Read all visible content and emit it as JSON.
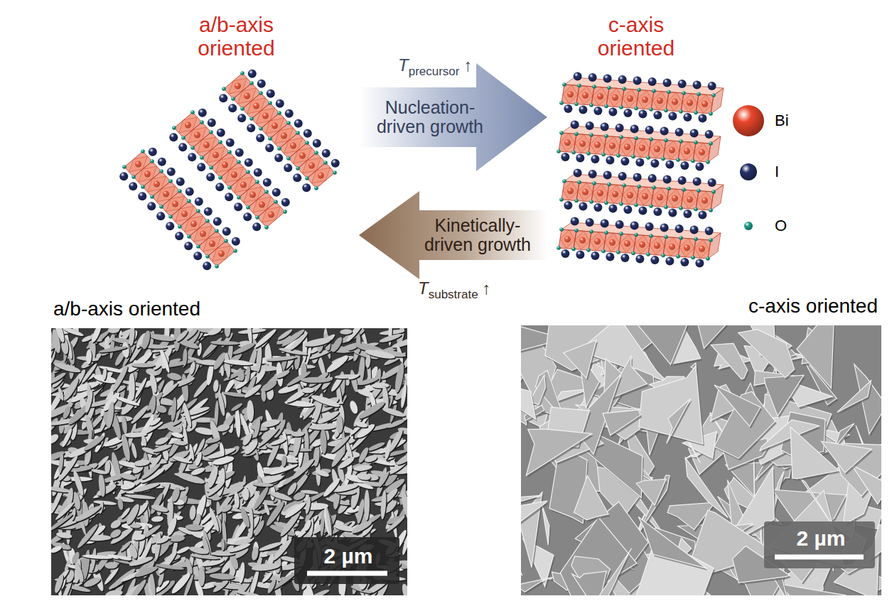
{
  "diagram": {
    "nodes": [
      {
        "text": [
          "a/b-axis oriented"
        ]
      },
      {
        "text": [
          "c-axis oriented"
        ]
      },
      {
        "text": [
          "a/b-axis oriented",
          "2 µm"
        ]
      },
      {
        "text": [
          "c-axis oriented",
          "2 µm"
        ]
      }
    ],
    "edges": [
      {
        "from": 0,
        "to": 1,
        "label": "Nucleation- driven growth",
        "arrow": "to"
      },
      {
        "from": 1,
        "to": 0,
        "label": "Kinetically- driven growth",
        "arrow": "to"
      }
    ],
    "labels": [
      "T",
      "precursor",
      "↑",
      "T",
      "substrate",
      "↑"
    ],
    "legend": [
      {
        "text": "Bi",
        "color": "#e8462a"
      },
      {
        "text": "I",
        "color": "#243066"
      },
      {
        "text": "O",
        "color": "#1fa08a"
      }
    ]
  }
}
